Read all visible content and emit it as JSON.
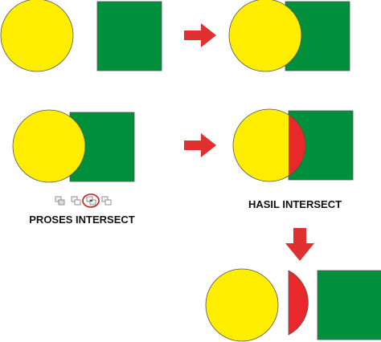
{
  "colors": {
    "circle_fill": "#ffee00",
    "square_fill": "#008f3a",
    "intersect_fill": "#e8282a",
    "arrow_fill": "#e03030",
    "outline": "#555555",
    "tool_highlight": "#cc1a1a"
  },
  "labels": {
    "proses": "PROSES INTERSECT",
    "hasil": "HASIL INTERSECT"
  },
  "toolbar": {
    "icons": [
      "weld-icon",
      "trim-icon",
      "intersect-icon",
      "simplify-icon"
    ],
    "selected_index": 2
  }
}
